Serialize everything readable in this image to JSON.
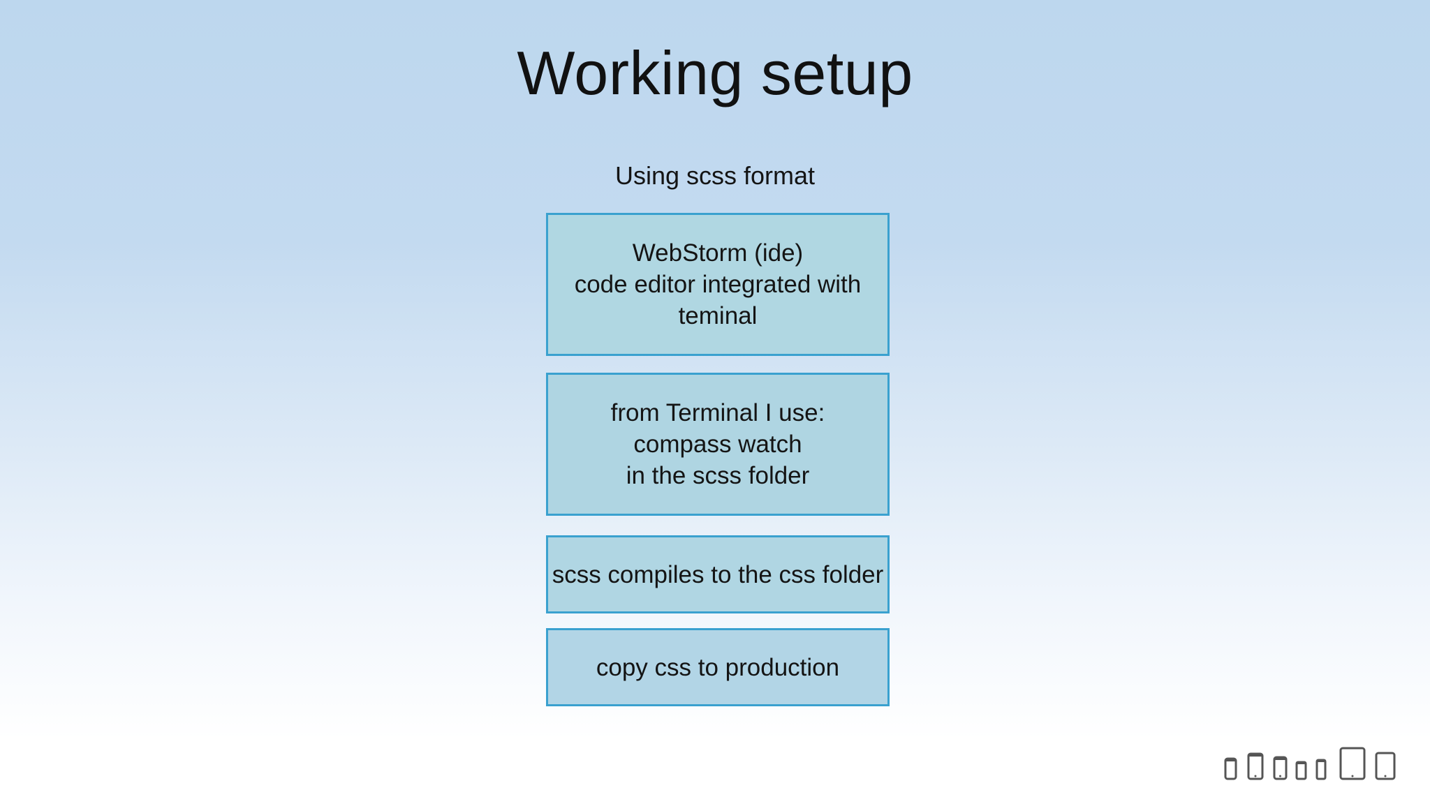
{
  "slide": {
    "title": "Working setup",
    "subtitle": "Using scss format"
  },
  "steps": [
    {
      "lines": [
        "WebStorm (ide)",
        "code editor integrated with",
        "teminal"
      ]
    },
    {
      "lines": [
        "from Terminal I use:",
        "compass watch",
        "in the scss folder"
      ]
    },
    {
      "lines": [
        "scss compiles to the css folder"
      ]
    },
    {
      "lines": [
        "copy css to production"
      ]
    }
  ],
  "decoration": {
    "icon": "devices-icon",
    "colors": {
      "box_border": "#3aa1cf",
      "box_fill": "#b0d6e3",
      "device_gray": "#555555"
    }
  }
}
